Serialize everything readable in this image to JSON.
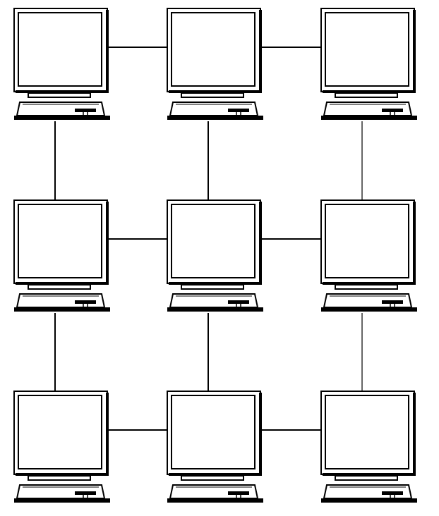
{
  "diagram": {
    "type": "mesh-network",
    "rows": 3,
    "columns": 3,
    "node_icon": "desktop-computer-icon",
    "nodes": [
      {
        "id": "pc-1-1",
        "row": 1,
        "col": 1
      },
      {
        "id": "pc-1-2",
        "row": 1,
        "col": 2
      },
      {
        "id": "pc-1-3",
        "row": 1,
        "col": 3
      },
      {
        "id": "pc-2-1",
        "row": 2,
        "col": 1
      },
      {
        "id": "pc-2-2",
        "row": 2,
        "col": 2
      },
      {
        "id": "pc-2-3",
        "row": 2,
        "col": 3
      },
      {
        "id": "pc-3-1",
        "row": 3,
        "col": 1
      },
      {
        "id": "pc-3-2",
        "row": 3,
        "col": 2
      },
      {
        "id": "pc-3-3",
        "row": 3,
        "col": 3
      }
    ],
    "links": [
      {
        "from": "pc-1-1",
        "to": "pc-1-2"
      },
      {
        "from": "pc-1-2",
        "to": "pc-1-3"
      },
      {
        "from": "pc-2-1",
        "to": "pc-2-2"
      },
      {
        "from": "pc-2-2",
        "to": "pc-2-3"
      },
      {
        "from": "pc-3-1",
        "to": "pc-3-2"
      },
      {
        "from": "pc-3-2",
        "to": "pc-3-3"
      },
      {
        "from": "pc-1-1",
        "to": "pc-2-1"
      },
      {
        "from": "pc-2-1",
        "to": "pc-3-1"
      },
      {
        "from": "pc-1-2",
        "to": "pc-2-2"
      },
      {
        "from": "pc-2-2",
        "to": "pc-3-2"
      },
      {
        "from": "pc-1-3",
        "to": "pc-2-3"
      },
      {
        "from": "pc-2-3",
        "to": "pc-3-3"
      }
    ],
    "colors": {
      "line": "#000000",
      "background": "#ffffff"
    }
  }
}
